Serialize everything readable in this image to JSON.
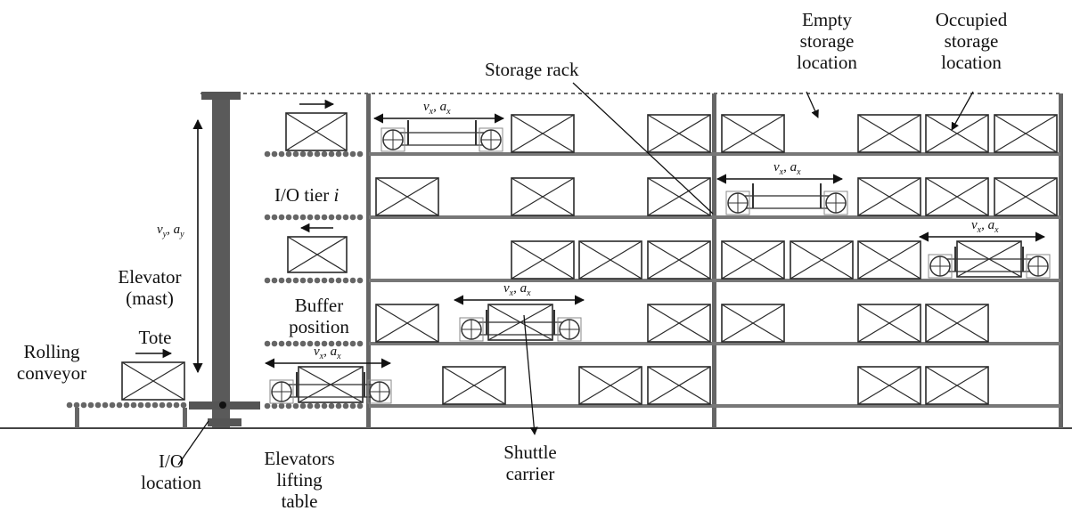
{
  "labels": {
    "storage_rack": "Storage rack",
    "empty_location": "Empty\nstorage\nlocation",
    "occupied_location": "Occupied\nstorage\nlocation",
    "io_tier_prefix": "I/O tier",
    "io_tier_var": "i",
    "elevator": "Elevator\n(mast)",
    "buffer_position": "Buffer\nposition",
    "tote": "Tote",
    "rolling_conveyor": "Rolling\nconveyor",
    "io_location": "I/O\nlocation",
    "lifting_table": "Elevators\nlifting\ntable",
    "shuttle_carrier": "Shuttle\ncarrier"
  },
  "velocity": {
    "vx": "v",
    "vx_sub": "x",
    "ax": "a",
    "ax_sub": "x",
    "vy": "v",
    "vy_sub": "y",
    "ay": "a",
    "ay_sub": "y",
    "sep": ", "
  },
  "colors": {
    "structure": "#5f5f5f",
    "mast": "#5a5a5a",
    "box_stroke": "#2a2a2a",
    "text": "#111111"
  }
}
